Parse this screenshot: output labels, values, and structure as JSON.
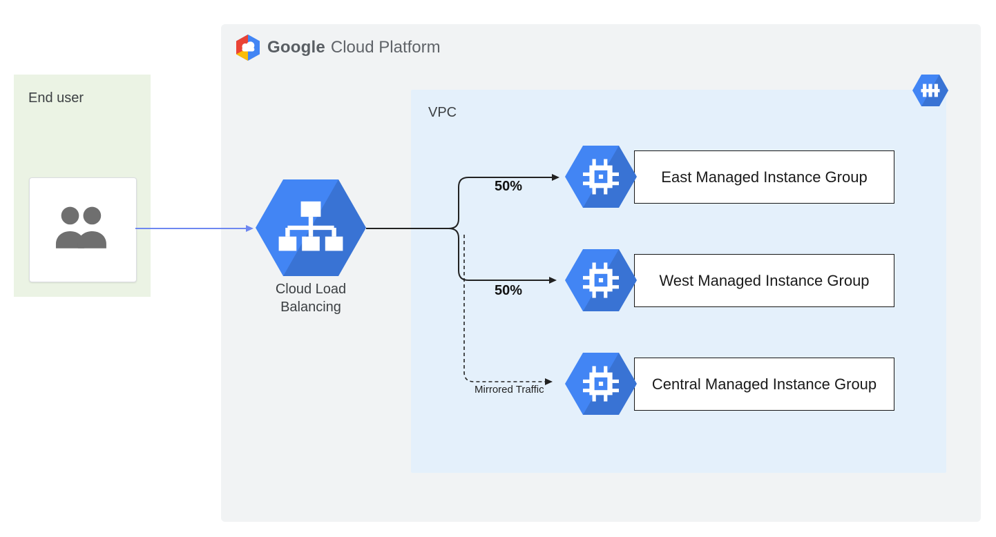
{
  "header": {
    "logo_brand": "Google",
    "logo_suffix": "Cloud Platform"
  },
  "end_user": {
    "label": "End user"
  },
  "vpc": {
    "label": "VPC"
  },
  "load_balancer": {
    "label": "Cloud Load Balancing"
  },
  "edges": {
    "east": {
      "label": "50%",
      "style": "solid"
    },
    "west": {
      "label": "50%",
      "style": "solid"
    },
    "central": {
      "label": "Mirrored Traffic",
      "style": "dashed"
    },
    "user_to_load_balancer": {
      "style": "solid-blue"
    }
  },
  "groups": [
    {
      "label": "East Managed Instance Group"
    },
    {
      "label": "West Managed Instance Group"
    },
    {
      "label": "Central Managed Instance Group"
    }
  ],
  "icons": {
    "gcp_logo": "google-cloud-hexagon-logo",
    "end_user": "two-users-icon",
    "load_balancer": "load-balancer-network-tree-hexagon",
    "instance_group": "compute-engine-chip-hexagon",
    "vpc_badge": "vpc-fence-hexagon"
  },
  "colors": {
    "end_user_bg": "#EBF3E4",
    "gcp_bg": "#F1F3F4",
    "vpc_bg": "#E4F0FB",
    "hexagon_blue": "#4285F4",
    "hexagon_shadow": "rgba(0,0,0,0.13)",
    "arrow_blue": "#6E87F0",
    "arrow_black": "#212121",
    "logo_red": "#EA4335",
    "logo_yellow": "#FBBC05",
    "logo_blue": "#4285F4",
    "label_gray": "#5F6368",
    "box_border": "#141414"
  }
}
